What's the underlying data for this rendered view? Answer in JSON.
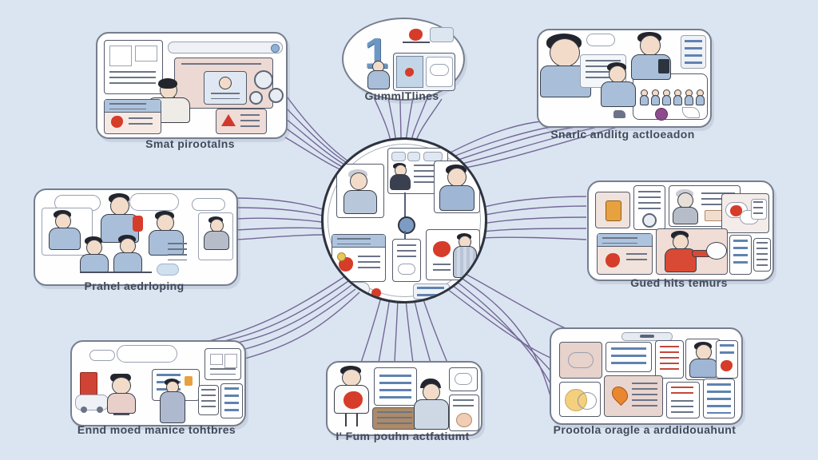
{
  "diagram": {
    "type": "hub-and-spoke illustration",
    "palette": {
      "background": "#dbe5f1",
      "connector": "#6f6193",
      "panel_border": "#767e8e",
      "accent_red": "#d63c2a",
      "accent_blue": "#5f83b0",
      "skin": "#f2dcc9"
    },
    "hub": {
      "description": "central circle with sketched people cards"
    },
    "nodes": [
      {
        "id": "top-left",
        "label": "Smat pirootalns"
      },
      {
        "id": "top-center",
        "label": "GummlTlines",
        "numeral": "1"
      },
      {
        "id": "top-right",
        "label": "Snaric andlitg actloeadon"
      },
      {
        "id": "mid-left",
        "label": "Prahel aedrloping"
      },
      {
        "id": "mid-right",
        "label": "Gued hits temurs"
      },
      {
        "id": "bottom-left",
        "label": "Ennd moed manice tohtbres"
      },
      {
        "id": "bottom-center",
        "label": "I' Fum pouhn actfatiumt"
      },
      {
        "id": "bottom-right",
        "label": "Prootola oragle a arddidouahunt"
      }
    ]
  }
}
